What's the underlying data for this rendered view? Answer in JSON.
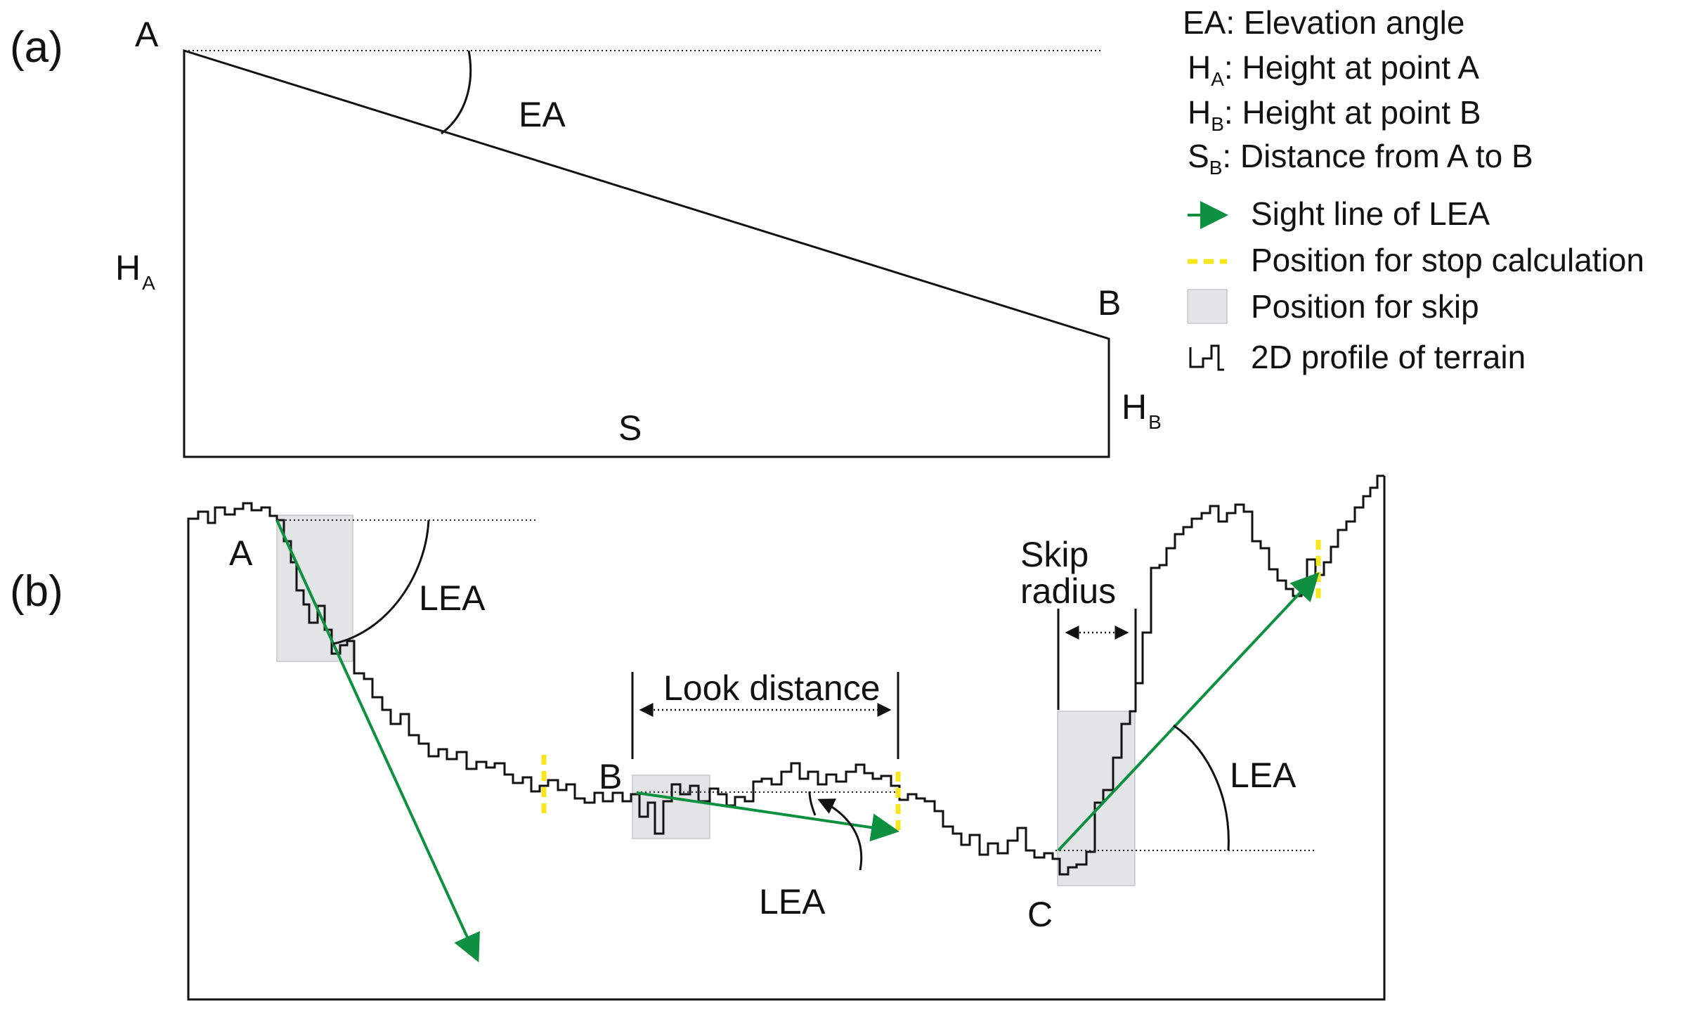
{
  "panel_a": {
    "tag": "(a)",
    "point_a": "A",
    "point_b": "B",
    "angle_label": "EA",
    "ha_main": "H",
    "ha_sub": "A",
    "hb_main": "H",
    "hb_sub": "B",
    "distance_label": "S"
  },
  "panel_b": {
    "tag": "(b)",
    "point_a": "A",
    "point_b": "B",
    "point_c": "C",
    "lea_1": "LEA",
    "lea_2": "LEA",
    "lea_3": "LEA",
    "look_distance": "Look distance",
    "skip_line1": "Skip",
    "skip_line2": "radius"
  },
  "legend": {
    "ea": "EA: Elevation angle",
    "ha_main": "H",
    "ha_sub": "A",
    "ha_text": ": Height at point A",
    "hb_main": "H",
    "hb_sub": "B",
    "hb_text": ": Height at point B",
    "sb_main": "S",
    "sb_sub": "B",
    "sb_text": ": Distance from A to B",
    "sight_line": "Sight line of LEA",
    "stop_calc": "Position for stop calculation",
    "skip": "Position for skip",
    "terrain": "2D  profile of terrain"
  },
  "colors": {
    "sight_line": "#0d9140",
    "stop_marker": "#f7e619",
    "skip_fill": "#e3e4e6",
    "skip_stroke": "#c4c6c8",
    "terrain": "#111111"
  },
  "icons": [
    "green-arrow-icon",
    "yellow-dash-icon",
    "gray-box-icon",
    "terrain-step-icon"
  ]
}
